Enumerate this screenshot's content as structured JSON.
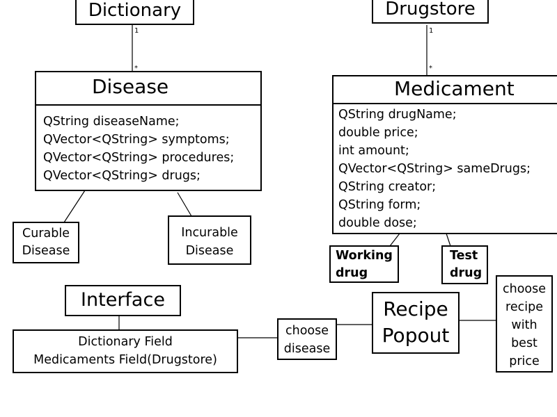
{
  "dictionary": {
    "title": "Dictionary",
    "mult_top": "1",
    "mult_bottom": "*"
  },
  "drugstore": {
    "title": "Drugstore",
    "mult_top": "1",
    "mult_bottom": "*"
  },
  "disease": {
    "title": "Disease",
    "attributes": [
      "QString diseaseName;",
      "QVector<QString> symptoms;",
      "QVector<QString> procedures;",
      "QVector<QString> drugs;"
    ]
  },
  "medicament": {
    "title": "Medicament",
    "attributes": [
      "QString drugName;",
      "double price;",
      "int amount;",
      "QVector<QString> sameDrugs;",
      "QString creator;",
      "QString form;",
      "double dose;"
    ]
  },
  "curable": {
    "line1": "Curable",
    "line2": "Disease"
  },
  "incurable": {
    "line1": "Incurable",
    "line2": "Disease"
  },
  "working_drug": {
    "line1": "Working",
    "line2": "drug"
  },
  "test_drug": {
    "line1": "Test",
    "line2": "drug"
  },
  "interface": {
    "title": "Interface",
    "line1": "Dictionary Field",
    "line2": "Medicaments Field(Drugstore)"
  },
  "choose_disease": {
    "line1": "choose",
    "line2": "disease"
  },
  "recipe_popout": {
    "line1": "Recipe",
    "line2": "Popout"
  },
  "choose_recipe": {
    "lines": [
      "choose",
      "recipe",
      "with",
      "best",
      "price"
    ]
  }
}
